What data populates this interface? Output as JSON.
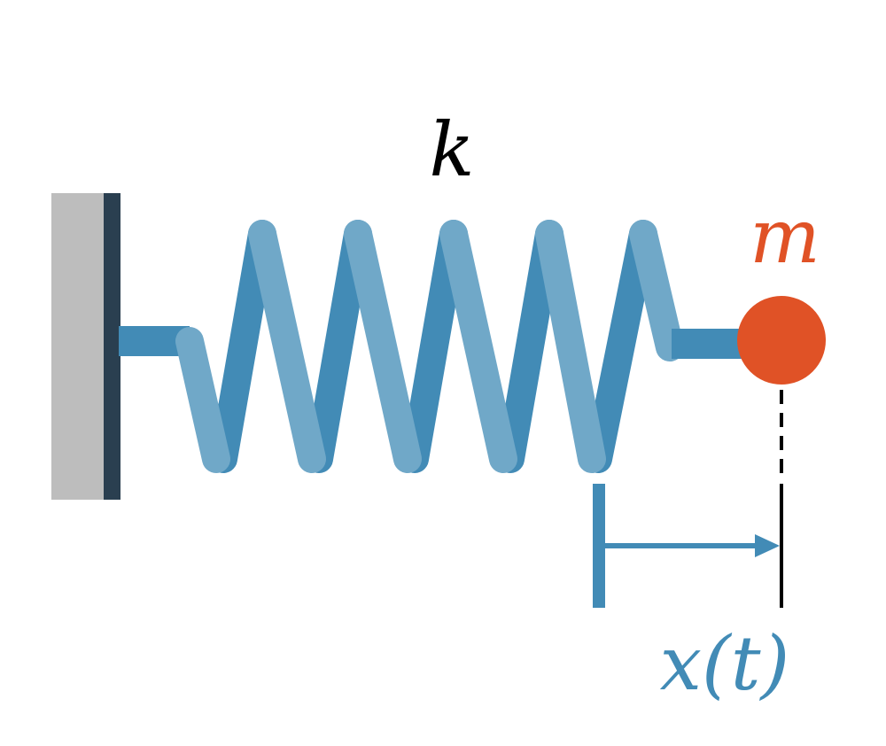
{
  "labels": {
    "spring_constant": "k",
    "mass": "m",
    "displacement": "x(t)"
  },
  "colors": {
    "wall_fill": "#bdbdbd",
    "wall_edge": "#2a3f50",
    "spring_back": "#428bb6",
    "spring_front": "#70a8c8",
    "mass": "#e05226",
    "displacement": "#428bb6",
    "guide": "#000000",
    "label_dark": "#000000"
  }
}
